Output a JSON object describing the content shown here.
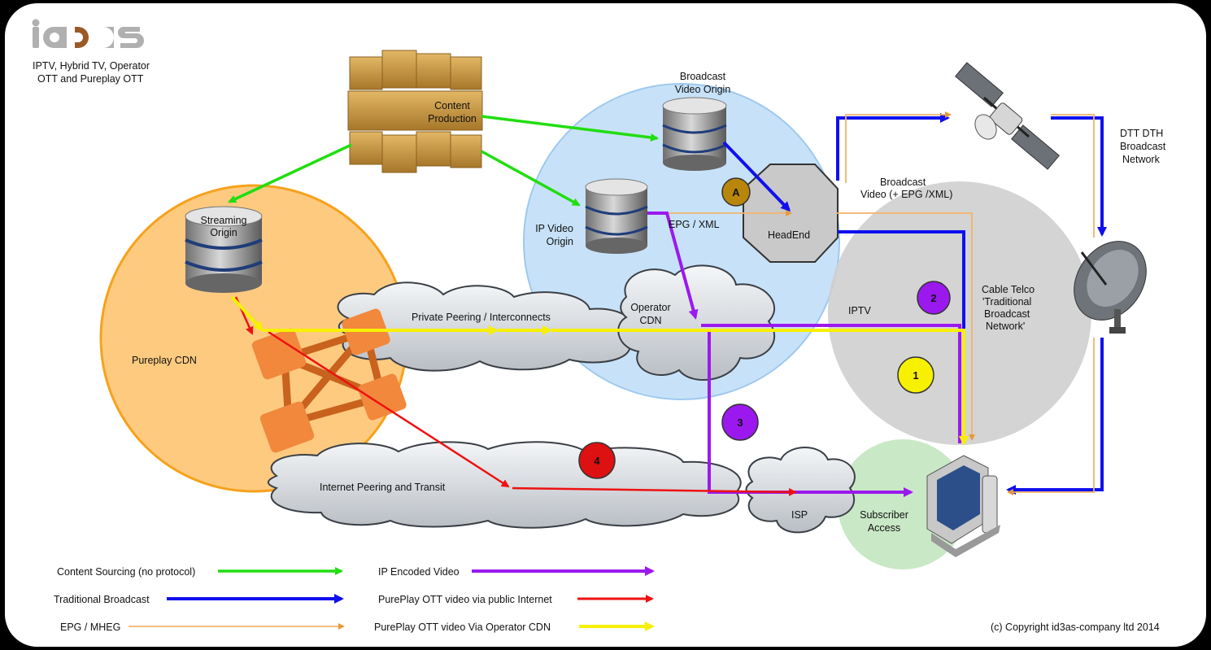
{
  "brand": {
    "logo_text": "id3as",
    "tagline_line1": "IPTV, Hybrid TV, Operator",
    "tagline_line2": "OTT and Pureplay OTT"
  },
  "nodes": {
    "content_production": [
      "Content",
      "Production"
    ],
    "broadcast_video_origin": [
      "Broadcast",
      "Video Origin"
    ],
    "streaming_origin": [
      "Streaming",
      "Origin"
    ],
    "ip_video_origin": [
      "IP Video",
      "Origin"
    ],
    "headend": "HeadEnd",
    "epg_xml": "EPG / XML",
    "broadcast_video_epg": [
      "Broadcast",
      "Video (+ EPG /XML)"
    ],
    "dtt_dth": [
      "DTT DTH",
      "Broadcast",
      "Network"
    ],
    "cable_telco": [
      "Cable Telco",
      "'Traditional",
      "Broadcast",
      "Network'"
    ],
    "iptv": "IPTV",
    "pureplay_cdn": "Pureplay CDN",
    "private_peering": "Private Peering / Interconnects",
    "operator_cdn": [
      "Operator",
      "CDN"
    ],
    "internet_peering": "Internet Peering and Transit",
    "isp": "ISP",
    "subscriber_access": [
      "Subscriber",
      "Access"
    ]
  },
  "badges": {
    "a": "A",
    "one": "1",
    "two": "2",
    "three": "3",
    "four": "4"
  },
  "legend": {
    "content_sourcing": "Content Sourcing (no protocol)",
    "traditional_broadcast": "Traditional Broadcast",
    "epg_mheg": "EPG / MHEG",
    "ip_encoded": "IP Encoded Video",
    "pureplay_public": "PurePlay OTT video via public Internet",
    "pureplay_operator": "PurePlay OTT video Via Operator CDN"
  },
  "copyright": "(c) Copyright id3as-company ltd 2014",
  "colors": {
    "content_sourcing": "#22dd11",
    "traditional_broadcast": "#1010ee",
    "epg_mheg": "#f3b36a",
    "ip_encoded": "#9b19ee",
    "pureplay_public": "#ee1111",
    "pureplay_operator": "#f7f000"
  }
}
